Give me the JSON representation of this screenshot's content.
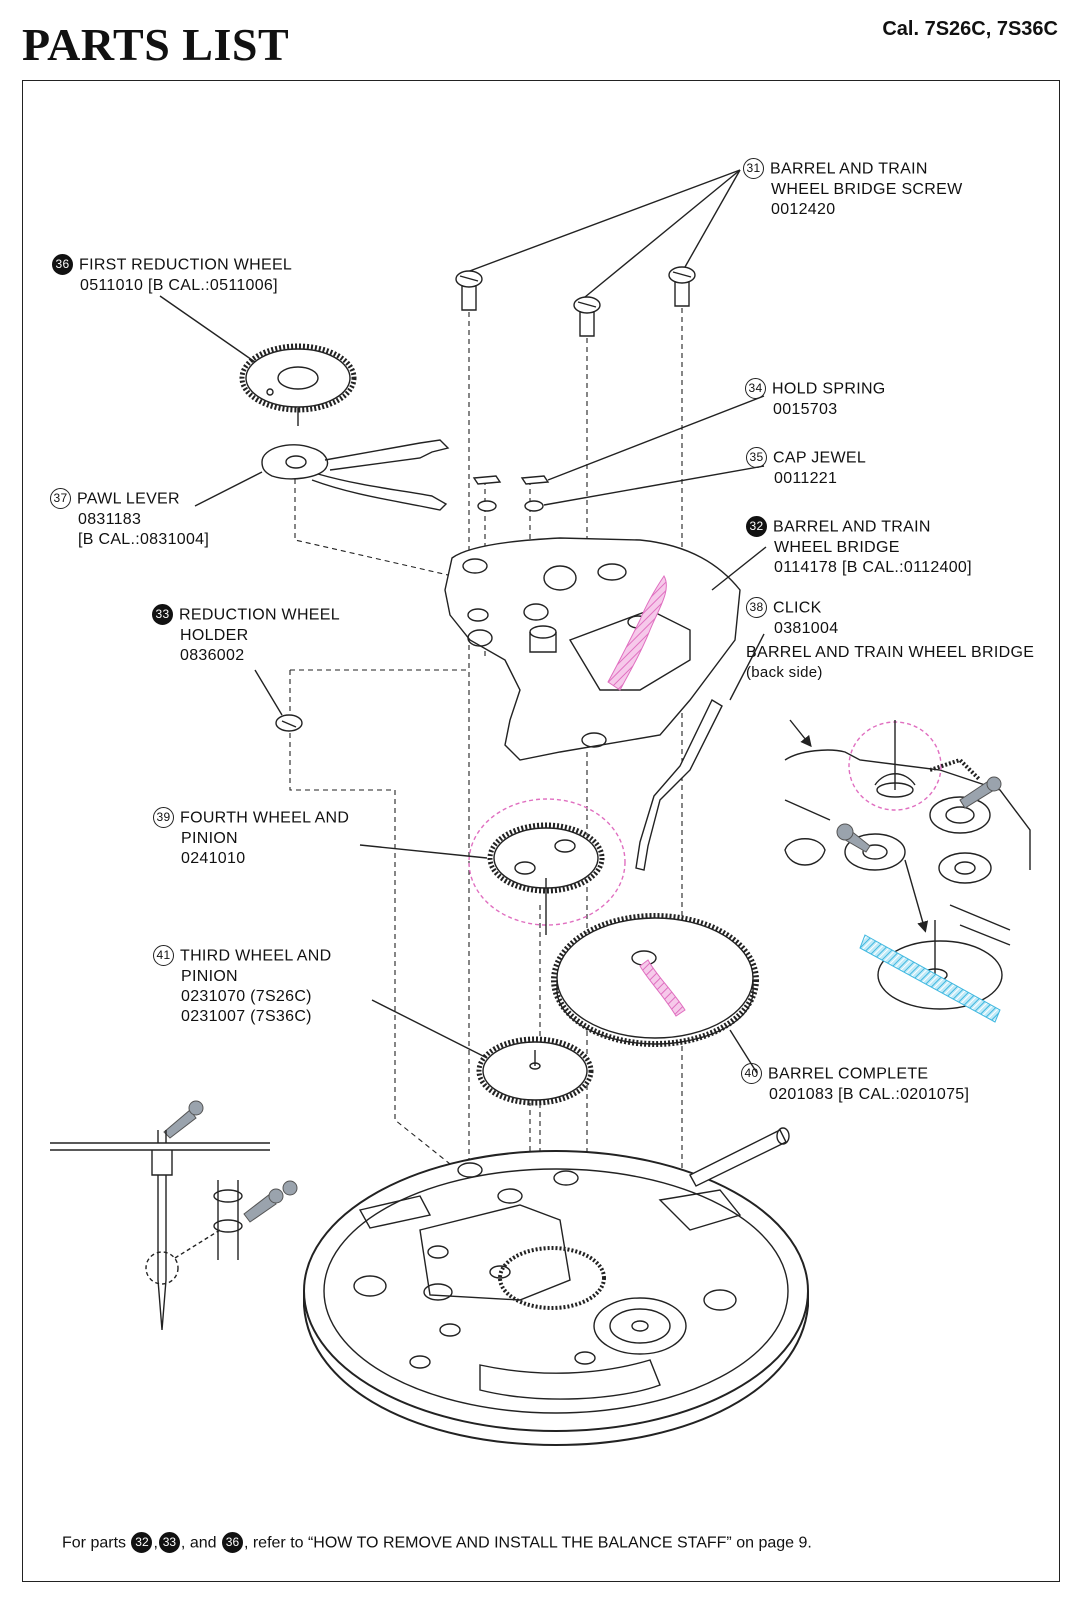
{
  "header": {
    "title": "PARTS LIST",
    "caliber": "Cal. 7S26C, 7S36C"
  },
  "parts": [
    {
      "id": "31",
      "style": "outline",
      "lines": [
        "BARREL AND TRAIN",
        "WHEEL BRIDGE SCREW",
        "0012420"
      ]
    },
    {
      "id": "36",
      "style": "solid",
      "lines": [
        "FIRST REDUCTION WHEEL",
        "0511010  [B CAL.:0511006]"
      ]
    },
    {
      "id": "34",
      "style": "outline",
      "lines": [
        "HOLD SPRING",
        "0015703"
      ]
    },
    {
      "id": "35",
      "style": "outline",
      "lines": [
        "CAP JEWEL",
        "0011221"
      ]
    },
    {
      "id": "37",
      "style": "outline",
      "lines": [
        "PAWL LEVER",
        "0831183",
        "[B CAL.:0831004]"
      ]
    },
    {
      "id": "32",
      "style": "solid",
      "lines": [
        "BARREL AND TRAIN",
        "WHEEL BRIDGE",
        "0114178 [B CAL.:0112400]"
      ]
    },
    {
      "id": "33",
      "style": "solid",
      "lines": [
        "REDUCTION WHEEL",
        "HOLDER",
        "0836002"
      ]
    },
    {
      "id": "38",
      "style": "outline",
      "lines": [
        "CLICK",
        "0381004"
      ]
    },
    {
      "id": "39",
      "style": "outline",
      "lines": [
        "FOURTH WHEEL AND",
        "PINION",
        "0241010"
      ]
    },
    {
      "id": "41",
      "style": "outline",
      "lines": [
        "THIRD WHEEL AND",
        "PINION",
        "0231070 (7S26C)",
        "0231007 (7S36C)"
      ]
    },
    {
      "id": "40",
      "style": "outline",
      "lines": [
        "BARREL COMPLETE",
        "0201083 [B CAL.:0201075]"
      ]
    }
  ],
  "back_side_note": {
    "title": "BARREL AND TRAIN WHEEL BRIDGE",
    "sub": "(back side)"
  },
  "footer": {
    "prefix": "For parts ",
    "part_a": "32",
    "sep1": ",",
    "part_b": "33",
    "sep2": ", and ",
    "part_c": "36",
    "suffix": ", refer to “HOW TO REMOVE AND INSTALL THE BALANCE STAFF” on page 9."
  },
  "colors": {
    "line": "#222222",
    "highlight_pink": "#e06fc0",
    "highlight_cyan": "#3fb8e0",
    "oiler_grey": "#9aa3ad"
  }
}
